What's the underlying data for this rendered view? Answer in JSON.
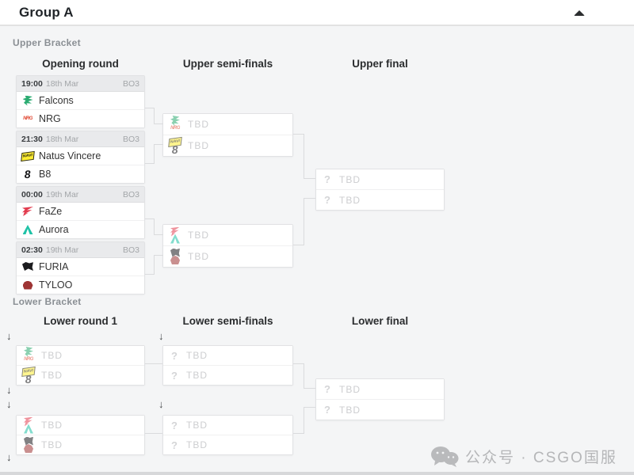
{
  "header": {
    "title": "Group A",
    "collapse_icon": "caret-up"
  },
  "upper_bracket": {
    "label": "Upper Bracket",
    "columns": {
      "round1": "Opening round",
      "semis": "Upper semi-finals",
      "final": "Upper final"
    },
    "opening_round": {
      "matches": [
        {
          "time": "19:00",
          "date": "18th Mar",
          "format": "BO3",
          "teams": [
            {
              "name": "Falcons",
              "logo": "falcons"
            },
            {
              "name": "NRG",
              "logo": "nrg"
            }
          ]
        },
        {
          "time": "21:30",
          "date": "18th Mar",
          "format": "BO3",
          "teams": [
            {
              "name": "Natus Vincere",
              "logo": "navi"
            },
            {
              "name": "B8",
              "logo": "b8"
            }
          ]
        },
        {
          "time": "00:00",
          "date": "19th Mar",
          "format": "BO3",
          "teams": [
            {
              "name": "FaZe",
              "logo": "faze"
            },
            {
              "name": "Aurora",
              "logo": "aurora"
            }
          ]
        },
        {
          "time": "02:30",
          "date": "19th Mar",
          "format": "BO3",
          "teams": [
            {
              "name": "FURIA",
              "logo": "furia"
            },
            {
              "name": "TYLOO",
              "logo": "tyloo"
            }
          ]
        }
      ]
    },
    "semi_finals": {
      "matches": [
        {
          "slots": [
            {
              "label": "TBD",
              "possible_logos": [
                "falcons",
                "nrg"
              ]
            },
            {
              "label": "TBD",
              "possible_logos": [
                "navi",
                "b8"
              ]
            }
          ]
        },
        {
          "slots": [
            {
              "label": "TBD",
              "possible_logos": [
                "faze",
                "aurora"
              ]
            },
            {
              "label": "TBD",
              "possible_logos": [
                "furia",
                "tyloo"
              ]
            }
          ]
        }
      ]
    },
    "final": {
      "slots": [
        {
          "label": "TBD",
          "logo": "question"
        },
        {
          "label": "TBD",
          "logo": "question"
        }
      ]
    }
  },
  "lower_bracket": {
    "label": "Lower Bracket",
    "columns": {
      "round1": "Lower round 1",
      "semis": "Lower semi-finals",
      "final": "Lower final"
    },
    "round1": {
      "matches": [
        {
          "slots": [
            {
              "label": "TBD",
              "possible_logos": [
                "falcons",
                "nrg"
              ]
            },
            {
              "label": "TBD",
              "possible_logos": [
                "navi",
                "b8"
              ]
            }
          ]
        },
        {
          "slots": [
            {
              "label": "TBD",
              "possible_logos": [
                "faze",
                "aurora"
              ]
            },
            {
              "label": "TBD",
              "possible_logos": [
                "furia",
                "tyloo"
              ]
            }
          ]
        }
      ]
    },
    "semi_finals": {
      "matches": [
        {
          "slots": [
            {
              "label": "TBD",
              "logo": "question"
            },
            {
              "label": "TBD",
              "logo": "question"
            }
          ]
        },
        {
          "slots": [
            {
              "label": "TBD",
              "logo": "question"
            },
            {
              "label": "TBD",
              "logo": "question"
            }
          ]
        }
      ]
    },
    "final": {
      "slots": [
        {
          "label": "TBD",
          "logo": "question"
        },
        {
          "label": "TBD",
          "logo": "question"
        }
      ]
    }
  },
  "watermark": {
    "text": "公众号 · CSGO国服"
  },
  "colors": {
    "page_bg": "#f4f5f6",
    "connector": "#dadbdd",
    "tbd": "#cdced0",
    "watermark": "#b5b6b8",
    "falcons": "#2bab71",
    "nrg": "#e0452f",
    "navi": "#ffee32",
    "b8": "#17171a",
    "faze": "#e23b4e",
    "aurora": "#1fc2a7",
    "furia": "#1b1b1e",
    "tyloo": "#9e3434"
  }
}
